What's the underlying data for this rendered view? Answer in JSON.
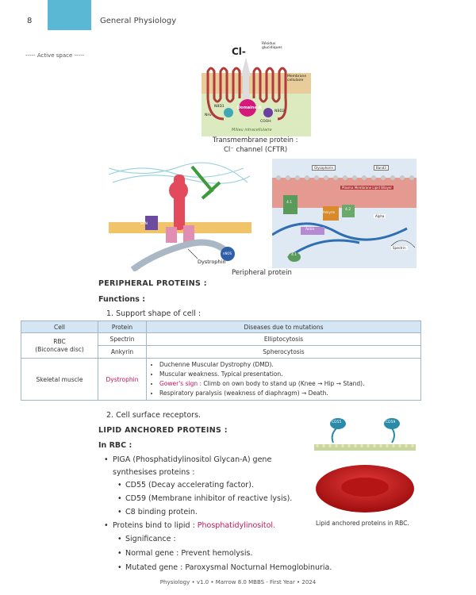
{
  "header": {
    "page_number": "8",
    "title": "General Physiology"
  },
  "margin_note": "----- Active space -----",
  "figure1": {
    "labels": {
      "ion": "Cl-",
      "residues": "Résidus glucidiques",
      "membrane": "Membrane cellulaire",
      "nbd1": "NBD1",
      "domain_r": "Domaine R",
      "nbd2": "NBD2",
      "nh2": "NH₂",
      "cooh": "COOH",
      "milieu": "Milieu intracellulaire"
    },
    "caption_lines": [
      "Transmembrane protein :",
      "Cl⁻ channel (CFTR)"
    ]
  },
  "figure2": {
    "labels": {
      "dystrophin": "Dystrophin",
      "spn": "SPN",
      "nnos": "nNOS"
    }
  },
  "figure3": {
    "labels": {
      "glycophorin": "Glycophorin",
      "band3": "Band3",
      "lipid_layer": "Plasma Membrane Lipid Bilayer",
      "p41a": "4.1",
      "ankyrin": "Ankyrin",
      "p42": "4.2",
      "actin": "Actin",
      "p41b": "4.1",
      "alpha": "Alpha",
      "spectrin": "Spectrin"
    },
    "caption": "Peripheral protein"
  },
  "content": {
    "heading_peripheral": "PERIPHERAL PROTEINS :",
    "functions_label": "Functions :",
    "item1": "1. Support shape of cell :",
    "table": {
      "headers": [
        "Cell",
        "Protein",
        "Diseases due to mutations"
      ],
      "rbc_cell": [
        "RBC",
        "(Biconcave disc)"
      ],
      "rbc_rows": [
        [
          "Spectrin",
          "Elliptocytosis"
        ],
        [
          "Ankyrin",
          "Spherocytosis"
        ]
      ],
      "muscle_cell": "Skeletal muscle",
      "muscle_protein": "Dystrophin",
      "muscle_items": [
        "Duchenne Muscular Dystrophy (DMD).",
        "Muscular weakness. Typical presentation.",
        "Respiratory paralysis (weakness of diaphragm) → Death."
      ],
      "gower": {
        "label": "Gower's sign :",
        "text": " Climb on own body to stand up (Knee → Hip → Stand)."
      }
    },
    "item2": "2. Cell surface receptors.",
    "heading_lipid": "LIPID ANCHORED PROTEINS :",
    "in_rbc": "In RBC :",
    "piga": [
      "PIGA (Phosphatidylinositol Glycan-A) gene",
      "synthesises proteins :"
    ],
    "piga_items": [
      "CD55 (Decay accelerating factor).",
      "CD59 (Membrane inhibitor of reactive lysis).",
      "C8 binding protein."
    ],
    "bind_label": "Proteins bind to lipid : ",
    "bind_value": "Phosphatidylinositol.",
    "significance": [
      "Significance :",
      "Normal gene : Prevent hemolysis.",
      "Mutated gene : Paroxysmal Nocturnal Hemoglobinuria."
    ]
  },
  "figure4": {
    "labels": {
      "cd55": "CD55",
      "cd59": "CD59"
    },
    "caption": "Lipid anchored proteins in RBC."
  },
  "footer": "Physiology • v1.0 • Marrow 8.0 MBBS - First Year • 2024",
  "colors": {
    "tab": "#5bb8d4",
    "accent_pink": "#c2185b",
    "table_header": "#d4e6f3",
    "rbc_red": "#c61414"
  }
}
